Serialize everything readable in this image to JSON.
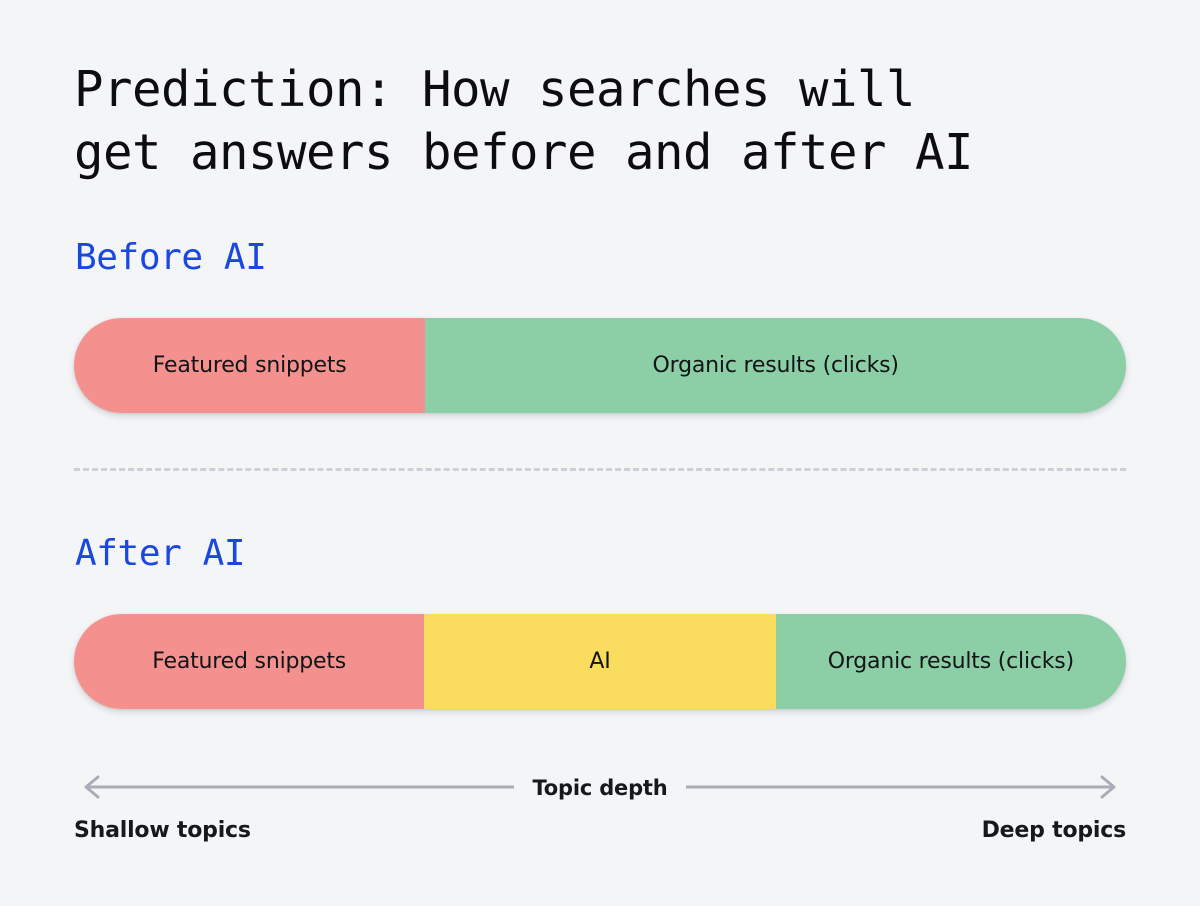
{
  "page": {
    "background_color": "#f4f5f7",
    "title": "Prediction: How searches will\nget answers before and after AI"
  },
  "colors": {
    "accent_blue": "#1a47e0",
    "snippets_red": "#f4918f",
    "ai_yellow": "#fadc5e",
    "organic_green": "#8ccfa7",
    "divider_gray": "#cdd0d9",
    "axis_gray": "#a9adb8",
    "text_dark": "#16181c"
  },
  "sections": [
    {
      "id": "before-ai",
      "heading": "Before AI",
      "segments": [
        {
          "label": "Featured snippets",
          "color": "#f4918f",
          "width_pct": 33.4
        },
        {
          "label": "Organic results (clicks)",
          "color": "#8ccfa7",
          "width_pct": 66.6
        }
      ]
    },
    {
      "id": "after-ai",
      "heading": "After AI",
      "segments": [
        {
          "label": "Featured snippets",
          "color": "#f4918f",
          "width_pct": 33.3
        },
        {
          "label": "AI",
          "color": "#fadc5e",
          "width_pct": 33.4
        },
        {
          "label": "Organic results (clicks)",
          "color": "#8ccfa7",
          "width_pct": 33.3
        }
      ]
    }
  ],
  "axis": {
    "center_label": "Topic depth",
    "left_label": "Shallow topics",
    "right_label": "Deep topics",
    "direction": "bidirectional"
  },
  "chart_data": {
    "type": "bar",
    "title": "Prediction: How searches will get answers before and after AI",
    "xlabel": "Topic depth",
    "ylabel": "",
    "orientation": "horizontal-stacked",
    "x_axis_range_labels": [
      "Shallow topics",
      "Deep topics"
    ],
    "categories": [
      "Before AI",
      "After AI"
    ],
    "series": [
      {
        "name": "Featured snippets",
        "color": "#f4918f",
        "values": [
          33.4,
          33.3
        ]
      },
      {
        "name": "AI",
        "color": "#fadc5e",
        "values": [
          0,
          33.4
        ]
      },
      {
        "name": "Organic results (clicks)",
        "color": "#8ccfa7",
        "values": [
          66.6,
          33.3
        ]
      }
    ],
    "units": "percent of topic-depth range",
    "grid": false,
    "legend": "none"
  }
}
